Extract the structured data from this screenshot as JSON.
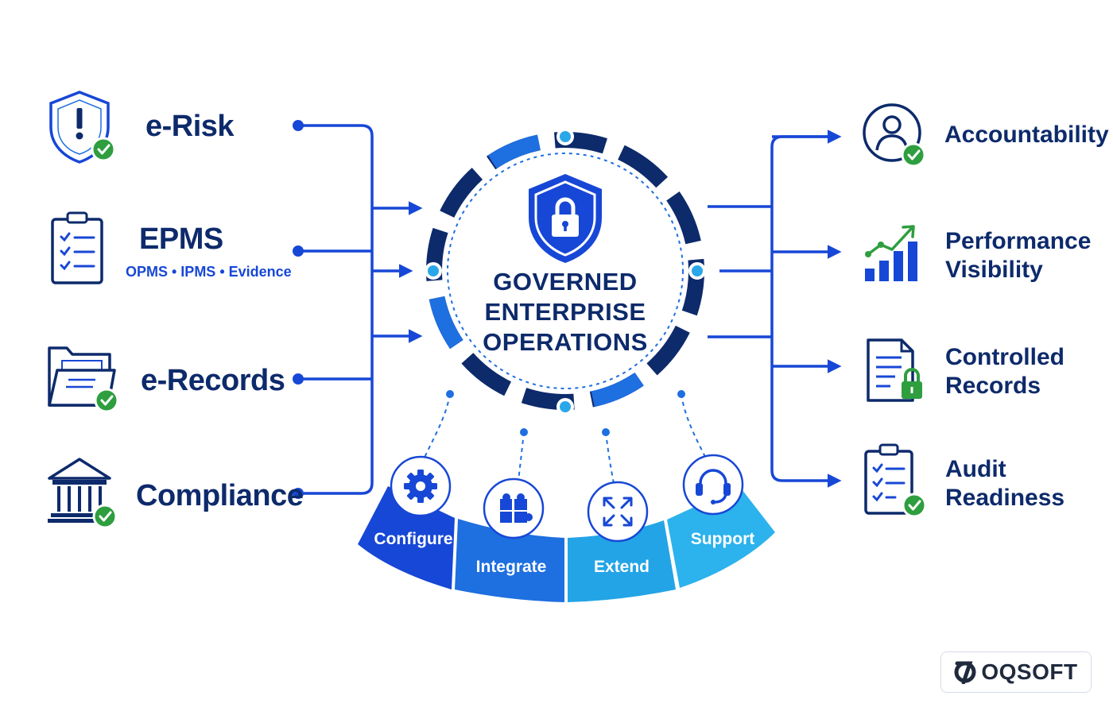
{
  "center": {
    "title_lines": [
      "GOVERNED",
      "ENTERPRISE",
      "OPERATIONS"
    ],
    "icon": "shield-lock-icon"
  },
  "inputs": [
    {
      "label": "e-Risk",
      "icon": "shield-alert-icon"
    },
    {
      "label": "EPMS",
      "sub": "OPMS • IPMS • Evidence",
      "icon": "clipboard-checklist-icon"
    },
    {
      "label": "e-Records",
      "icon": "folder-document-icon"
    },
    {
      "label": "Compliance",
      "icon": "institution-icon"
    }
  ],
  "outputs": [
    {
      "label_lines": [
        "Accountability"
      ],
      "icon": "user-check-icon"
    },
    {
      "label_lines": [
        "Performance",
        "Visibility"
      ],
      "icon": "bar-chart-trend-icon"
    },
    {
      "label_lines": [
        "Controlled",
        "Records"
      ],
      "icon": "document-lock-icon"
    },
    {
      "label_lines": [
        "Audit",
        "Readiness"
      ],
      "icon": "clipboard-check-icon"
    }
  ],
  "services": [
    {
      "label": "Configure",
      "icon": "gear-icon"
    },
    {
      "label": "Integrate",
      "icon": "puzzle-icon"
    },
    {
      "label": "Extend",
      "icon": "expand-arrows-icon"
    },
    {
      "label": "Support",
      "icon": "headset-icon"
    }
  ],
  "brand": {
    "name": "OQSOFT",
    "icon": "brand-mark-icon"
  },
  "colors": {
    "navy": "#0d2a6b",
    "blue": "#1747d6",
    "bright": "#1e6fe0",
    "sky": "#2aa7e8",
    "green": "#2e9e3f"
  }
}
